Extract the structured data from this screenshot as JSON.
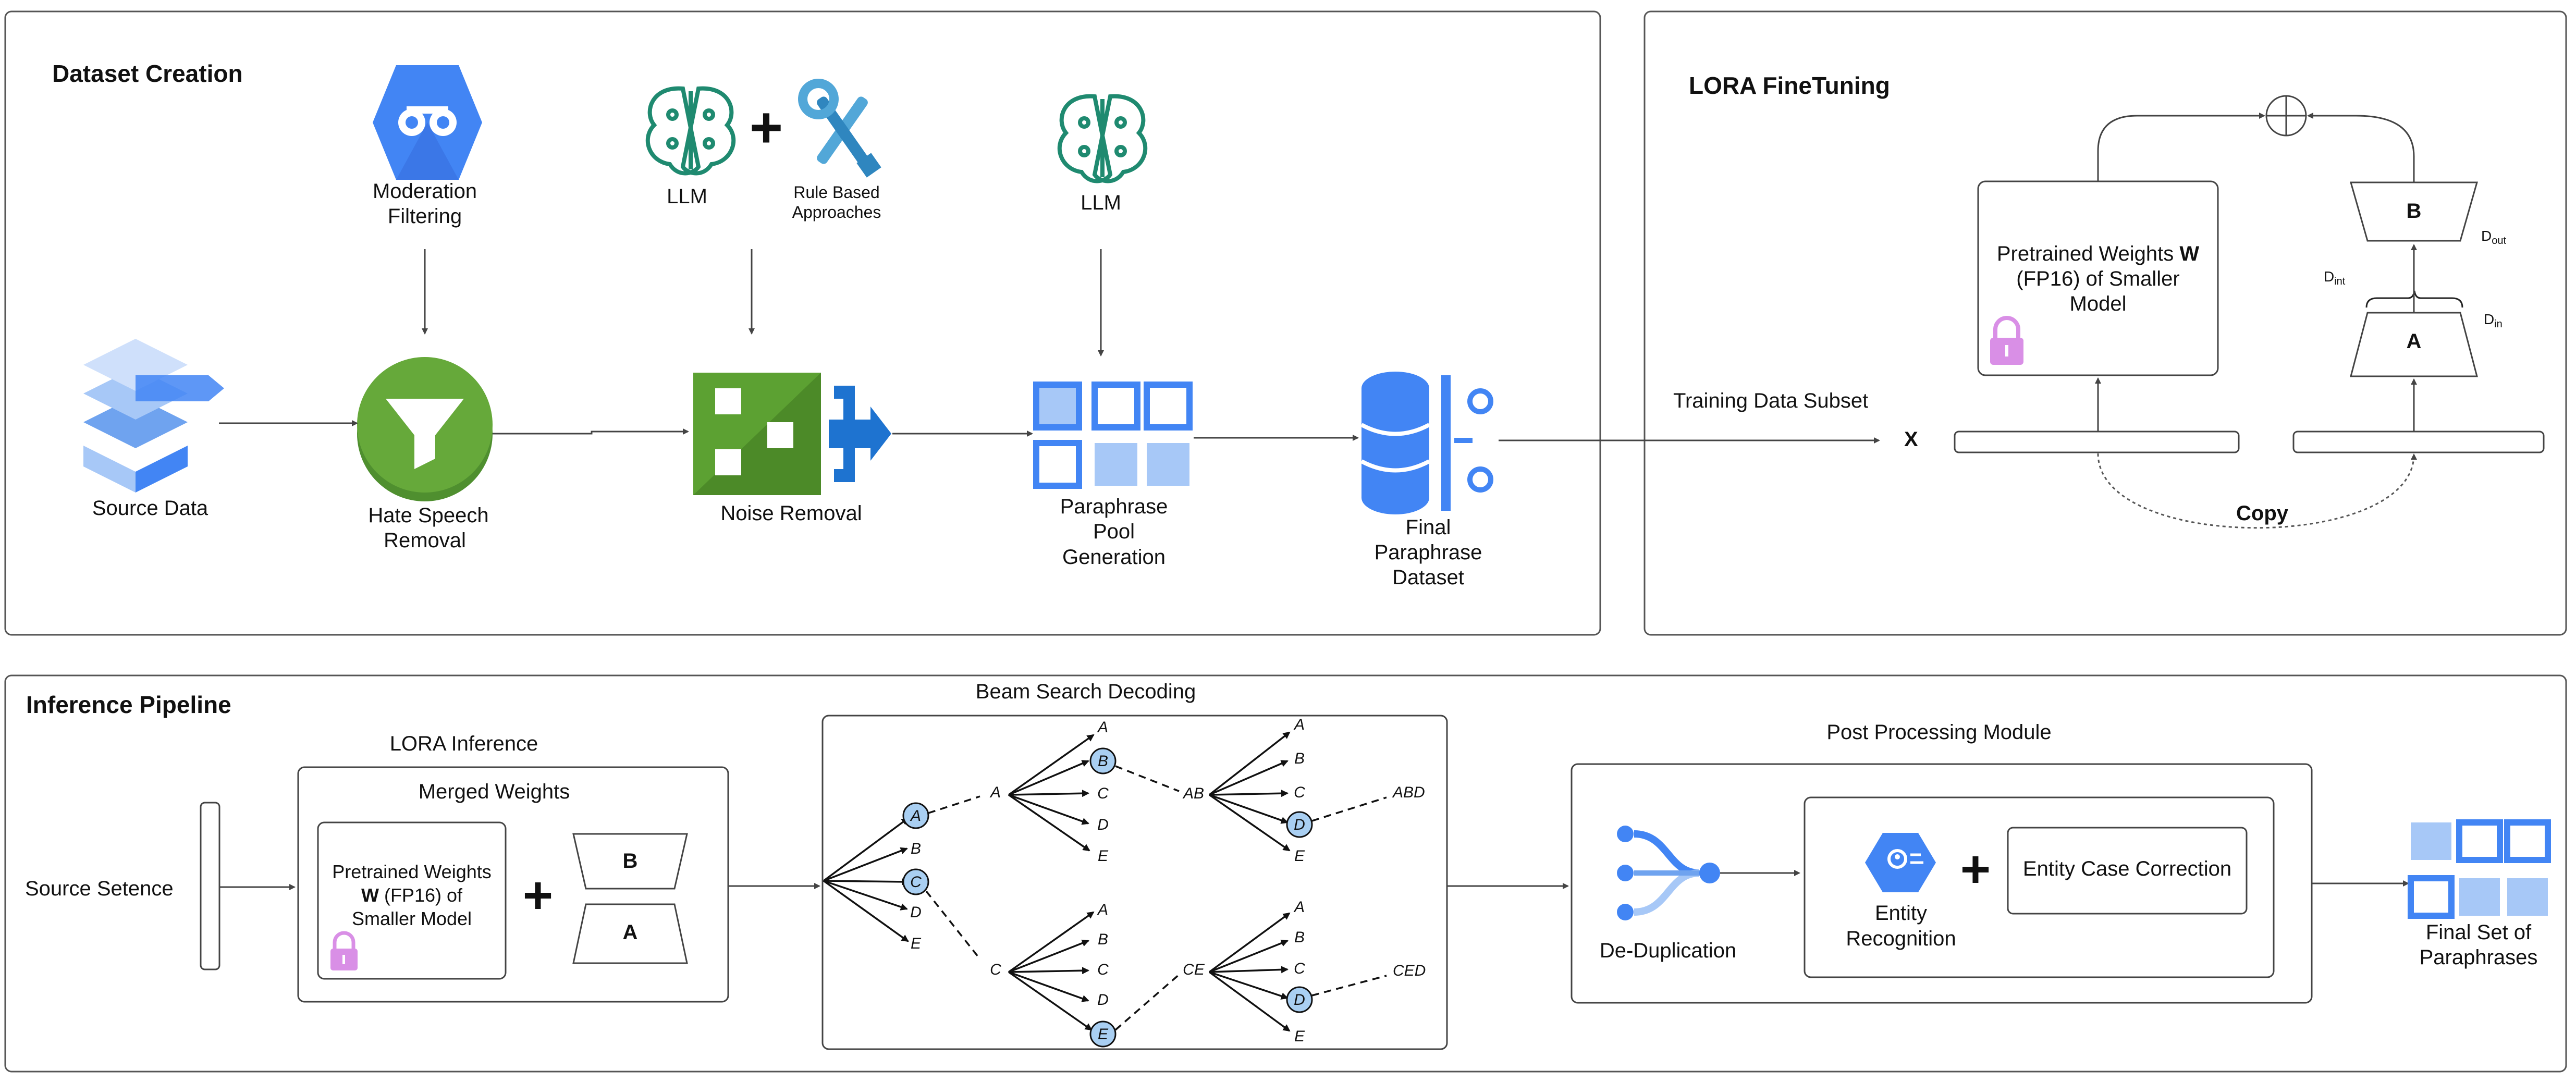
{
  "panels": {
    "dataset_creation": "Dataset Creation",
    "lora_finetuning": "LORA FineTuning",
    "inference_pipeline": "Inference Pipeline"
  },
  "dataset": {
    "moderation": [
      "Moderation",
      "Filtering"
    ],
    "llm1": "LLM",
    "rule_based": [
      "Rule Based",
      "Approaches"
    ],
    "llm2": "LLM",
    "source_data": "Source Data",
    "hate_speech": [
      "Hate Speech",
      "Removal"
    ],
    "noise_removal": "Noise Removal",
    "paraphrase_pool": [
      "Paraphrase",
      "Pool",
      "Generation"
    ],
    "final_dataset": [
      "Final",
      "Paraphrase",
      "Dataset"
    ],
    "plus": "+"
  },
  "lora": {
    "training_subset": "Training Data Subset",
    "x": "X",
    "pretrained": [
      "Pretrained Weights ",
      "W",
      "(FP16) of Smaller",
      "Model"
    ],
    "b": "B",
    "a": "A",
    "d_out": [
      "D",
      "out"
    ],
    "d_int": [
      "D",
      "int"
    ],
    "d_in": [
      "D",
      "in"
    ],
    "copy": "Copy",
    "plus_circle": "⊕"
  },
  "inference": {
    "source_sentence": "Source Setence",
    "lora_inference": "LORA Inference",
    "merged_weights": "Merged Weights",
    "pretrained": [
      "Pretrained Weights",
      "W",
      " (FP16) of",
      "Smaller Model"
    ],
    "b": "B",
    "a": "A",
    "plus": "+",
    "beam_search": "Beam Search Decoding",
    "post_processing": "Post Processing Module",
    "dedup": "De-Duplication",
    "entity_recognition": [
      "Entity",
      "Recognition"
    ],
    "entity_case": "Entity Case Correction",
    "final_set": [
      "Final Set of",
      "Paraphrases"
    ]
  },
  "beam": {
    "l1_nodes": [
      "A",
      "B",
      "C",
      "D",
      "E"
    ],
    "mid_top_label": "A",
    "mid_bot_label": "C",
    "l2_top": [
      "A",
      "B",
      "C",
      "D",
      "E"
    ],
    "l2_bot": [
      "A",
      "B",
      "C",
      "D",
      "E"
    ],
    "ab": "AB",
    "ce": "CE",
    "l3_top": [
      "A",
      "B",
      "C",
      "D",
      "E"
    ],
    "l3_bot": [
      "A",
      "B",
      "C",
      "D",
      "E"
    ],
    "abd": "ABD",
    "ced": "CED"
  },
  "colors": {
    "google_blue": "#4285f4",
    "green_filter": "#66a93a",
    "llm_teal": "#1f8a70",
    "wrench_blue": "#52a7d8",
    "lock_purple": "#d98fe6",
    "node_fill": "#a9cff2"
  }
}
